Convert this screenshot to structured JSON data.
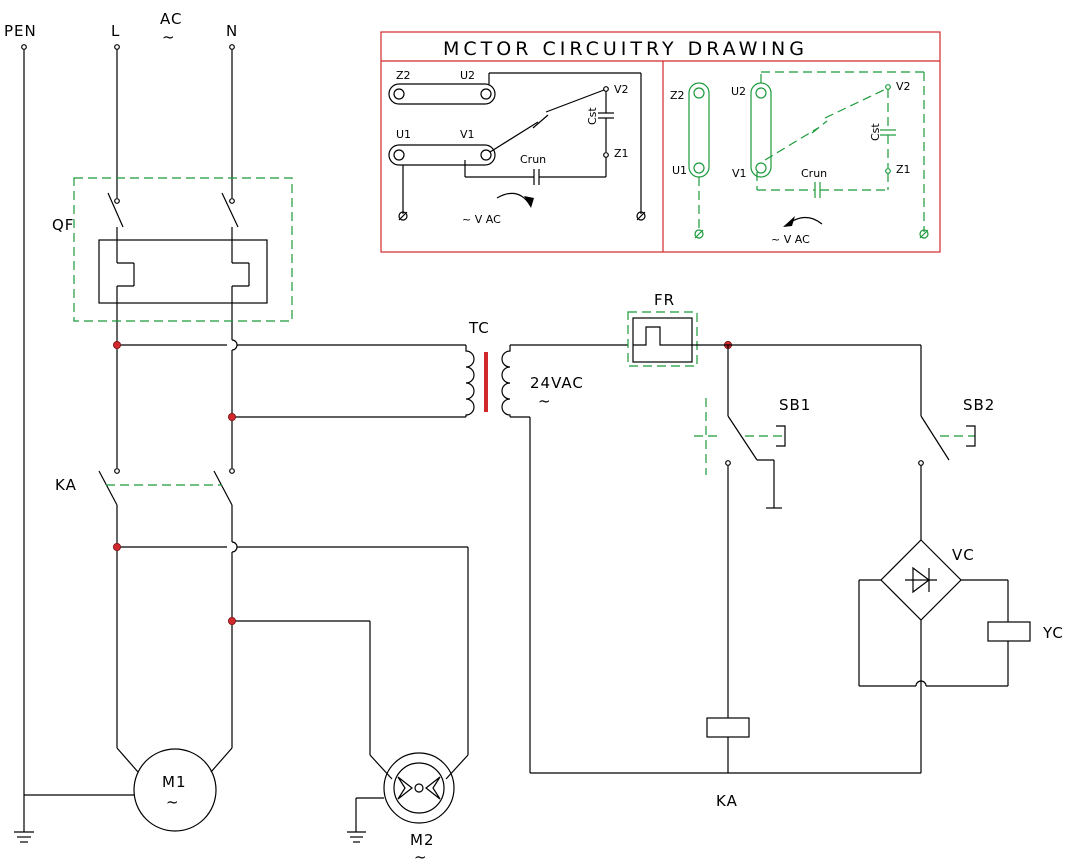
{
  "labels": {
    "pen": "PEN",
    "l": "L",
    "ac": "AC",
    "n": "N",
    "tilde": "~",
    "qf": "QF",
    "tc": "TC",
    "v24": "24VAC",
    "fr": "FR",
    "sb1": "SB1",
    "sb2": "SB2",
    "vc": "VC",
    "yc": "YC",
    "ka_contact": "KA",
    "ka_coil": "KA",
    "m1": "M1",
    "m2": "M2"
  },
  "inset": {
    "title": "MCTOR CIRCUITRY DRAWING",
    "left": {
      "z2": "Z2",
      "u2": "U2",
      "u1": "U1",
      "v1": "V1",
      "v2": "V2",
      "z1": "Z1",
      "cst": "Cst",
      "crun": "Crun",
      "vac": "~ V AC"
    },
    "right": {
      "z2": "Z2",
      "u2": "U2",
      "u1": "U1",
      "v1": "V1",
      "v2": "V2",
      "z1": "Z1",
      "cst": "Cst",
      "crun": "Crun",
      "vac": "~ V AC"
    }
  },
  "colors": {
    "wire": "#000000",
    "dashed_box": "#1a9a3a",
    "junction": "#d0282d",
    "inset_border": "#d0282d"
  }
}
